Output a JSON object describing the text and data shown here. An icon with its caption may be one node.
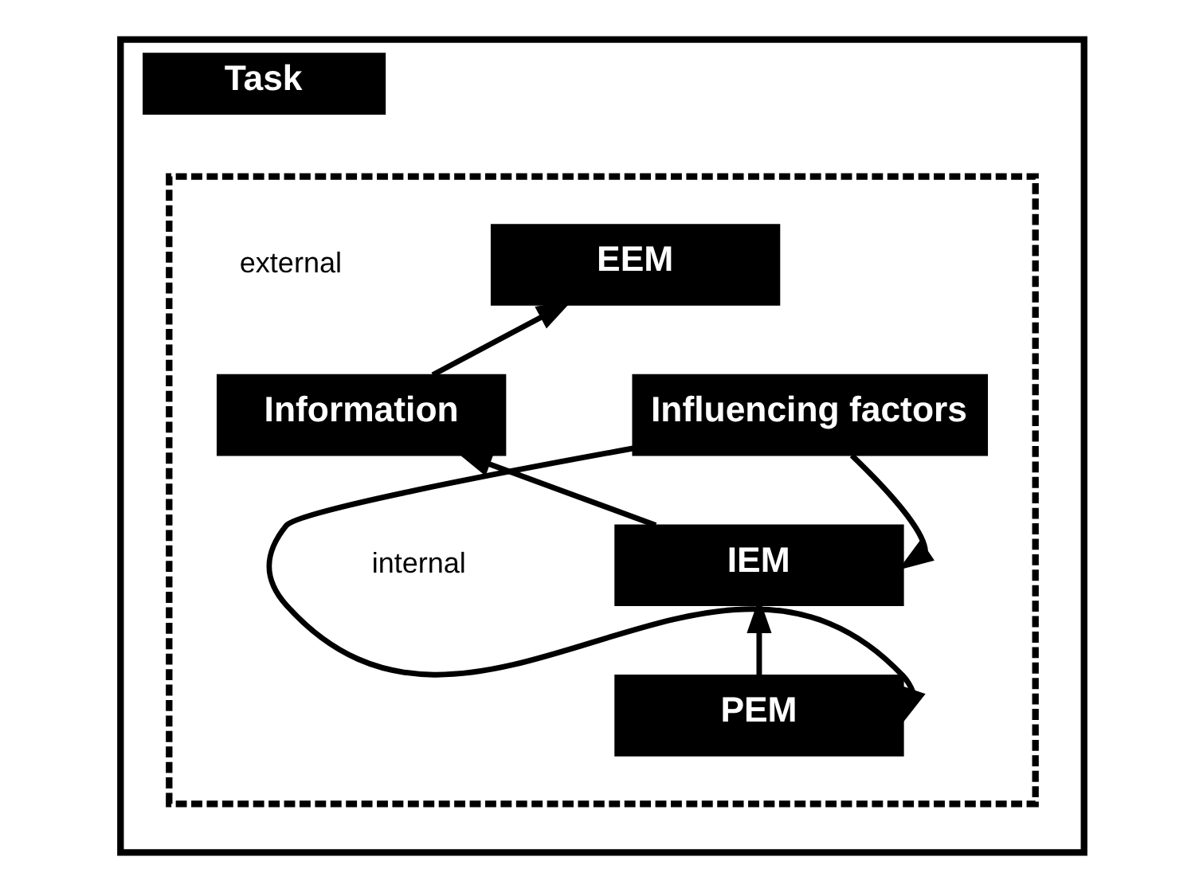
{
  "diagram": {
    "nodes": [
      {
        "text": [
          "Task"
        ]
      },
      {
        "text": [],
        "shape": "box",
        "in": 0
      },
      {
        "text": [
          "EEM"
        ],
        "in": 1
      },
      {
        "text": [
          "Information"
        ],
        "in": 1
      },
      {
        "text": [
          "Influencing factors"
        ],
        "in": 1
      },
      {
        "text": [
          "IEM"
        ],
        "in": 1
      },
      {
        "text": [
          "PEM"
        ],
        "in": 1
      }
    ],
    "edges": [
      {
        "from": 3,
        "to": 2,
        "arrow": "to"
      },
      {
        "from": 5,
        "to": 3,
        "arrow": "to"
      },
      {
        "from": 6,
        "to": 5,
        "arrow": "to"
      },
      {
        "from": 4,
        "to": 5,
        "arrow": "to"
      },
      {
        "from": 4,
        "to": 6,
        "arrow": "to"
      }
    ],
    "labels": [
      "external",
      "internal"
    ]
  }
}
